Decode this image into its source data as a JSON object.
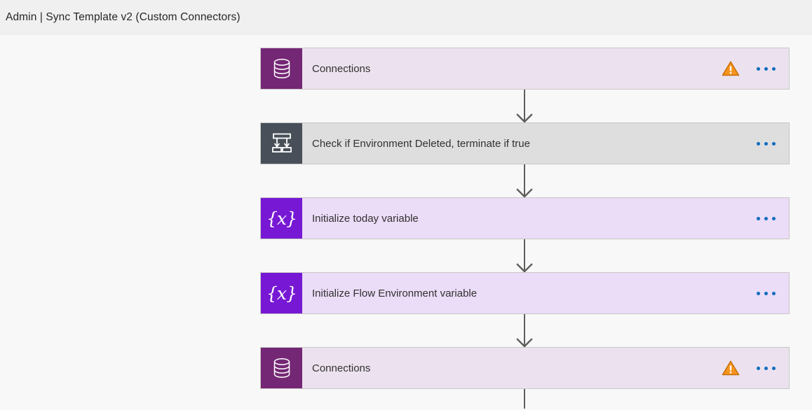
{
  "header": {
    "title": "Admin | Sync Template v2 (Custom Connectors)"
  },
  "colors": {
    "canvas_bg": "#f8f8f8",
    "header_bg": "#f0f0f0",
    "card_border": "#c8c6c4",
    "card_purple_bg": "#ece2ef",
    "card_violet_bg": "#ebdcf7",
    "card_gray_bg": "#dededf",
    "tile_purple": "#742774",
    "tile_violet": "#7719d4",
    "tile_gray": "#484f58",
    "ellipsis_blue": "#0f6cbd",
    "warning_orange": "#f7941d",
    "connector_gray": "#605e5c",
    "text": "#323130"
  },
  "flow": {
    "steps": [
      {
        "label": "Connections",
        "icon": "database-icon",
        "theme": "purple",
        "has_warning": true,
        "warning_icon": "warning-triangle-icon",
        "menu_icon": "ellipsis-icon"
      },
      {
        "label": "Check if Environment Deleted, terminate if true",
        "icon": "condition-control-icon",
        "theme": "gray",
        "has_warning": false,
        "menu_icon": "ellipsis-icon"
      },
      {
        "label": "Initialize today variable",
        "icon": "variable-icon",
        "icon_glyph": "{x}",
        "theme": "violet",
        "has_warning": false,
        "menu_icon": "ellipsis-icon"
      },
      {
        "label": "Initialize Flow Environment variable",
        "icon": "variable-icon",
        "icon_glyph": "{x}",
        "theme": "violet",
        "has_warning": false,
        "menu_icon": "ellipsis-icon"
      },
      {
        "label": "Connections",
        "icon": "database-icon",
        "theme": "purple",
        "has_warning": true,
        "warning_icon": "warning-triangle-icon",
        "menu_icon": "ellipsis-icon"
      }
    ]
  }
}
